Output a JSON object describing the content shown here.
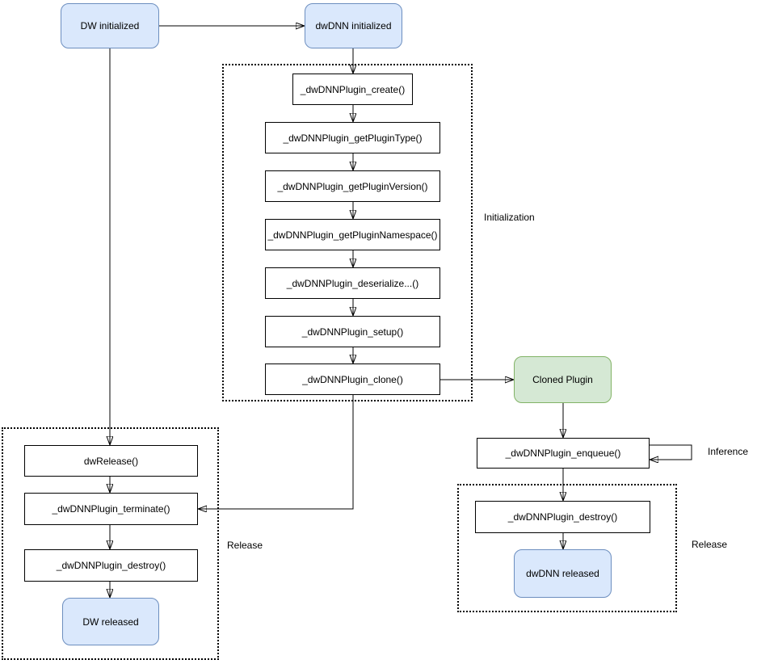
{
  "nodes": {
    "dw_initialized": {
      "label": "DW initialized",
      "type": "state"
    },
    "dwdnn_initialized": {
      "label": "dwDNN initialized",
      "type": "state"
    },
    "create": {
      "label": "_dwDNNPlugin_create()",
      "type": "process"
    },
    "get_plugin_type": {
      "label": "_dwDNNPlugin_getPluginType()",
      "type": "process"
    },
    "get_plugin_version": {
      "label": "_dwDNNPlugin_getPluginVersion()",
      "type": "process"
    },
    "get_plugin_namespace": {
      "label": "_dwDNNPlugin_getPluginNamespace()",
      "type": "process"
    },
    "deserialize": {
      "label": "_dwDNNPlugin_deserialize...()",
      "type": "process"
    },
    "setup": {
      "label": "_dwDNNPlugin_setup()",
      "type": "process"
    },
    "clone": {
      "label": "_dwDNNPlugin_clone()",
      "type": "process"
    },
    "cloned_plugin": {
      "label": "Cloned Plugin",
      "type": "cloned-state"
    },
    "enqueue": {
      "label": "_dwDNNPlugin_enqueue()",
      "type": "process"
    },
    "destroy_right": {
      "label": "_dwDNNPlugin_destroy()",
      "type": "process"
    },
    "dwdnn_released": {
      "label": "dwDNN released",
      "type": "state"
    },
    "dw_release": {
      "label": "dwRelease()",
      "type": "process"
    },
    "terminate": {
      "label": "_dwDNNPlugin_terminate()",
      "type": "process"
    },
    "destroy_left": {
      "label": "_dwDNNPlugin_destroy()",
      "type": "process"
    },
    "dw_released": {
      "label": "DW released",
      "type": "state"
    }
  },
  "groups": {
    "initialization": {
      "label": "Initialization"
    },
    "release_left": {
      "label": "Release"
    },
    "release_right": {
      "label": "Release"
    }
  },
  "annotations": {
    "inference": {
      "label": "Inference"
    }
  },
  "colors": {
    "state_fill": "#dae8fc",
    "state_border": "#6c8ebf",
    "cloned_fill": "#d5e8d4",
    "cloned_border": "#82b366",
    "process_fill": "#ffffff",
    "process_border": "#000000",
    "edge": "#000000"
  }
}
